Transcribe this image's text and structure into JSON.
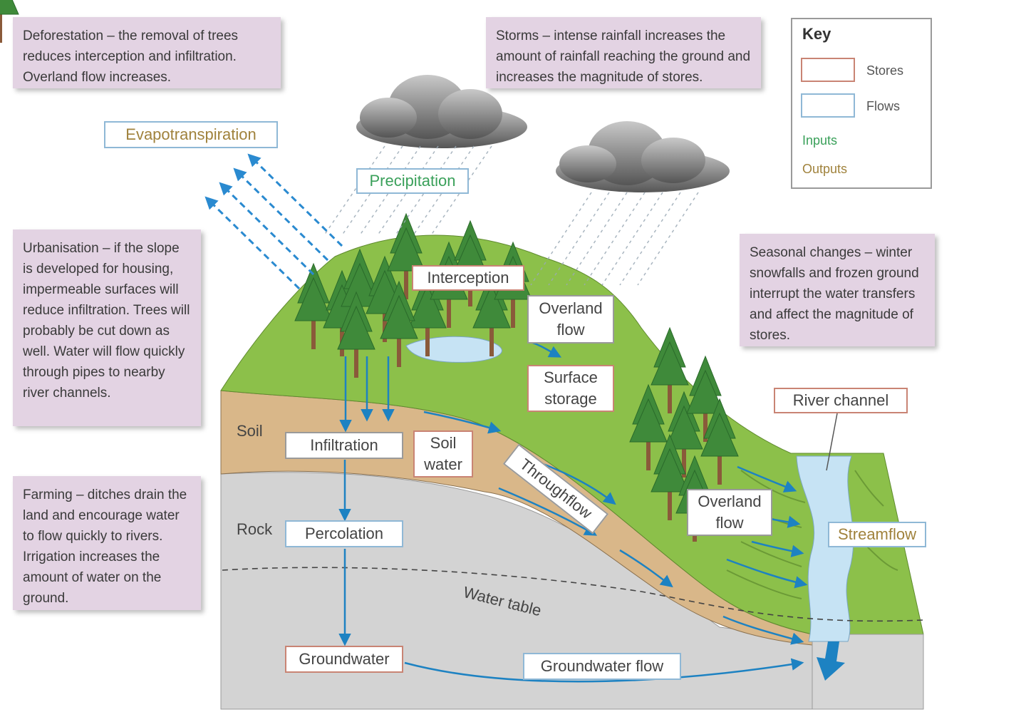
{
  "notes": {
    "deforestation": "Deforestation – the removal of trees reduces interception and infiltration. Overland flow increases.",
    "storms": "Storms – intense rainfall increases the amount of rainfall reaching the ground and increases the magnitude of stores.",
    "urbanisation": "Urbanisation – if the slope is developed for housing, impermeable surfaces will reduce infiltration. Trees will probably be cut down as well. Water will flow quickly through pipes to nearby river channels.",
    "seasonal": "Seasonal changes – winter snowfalls and frozen ground interrupt the water transfers and affect the magnitude of stores.",
    "farming": "Farming – ditches drain the land and encourage water to flow quickly to rivers. Irrigation increases the amount of water on the ground."
  },
  "key": {
    "title": "Key",
    "stores": "Stores",
    "flows": "Flows",
    "inputs": "Inputs",
    "outputs": "Outputs"
  },
  "labels": {
    "evapotranspiration": "Evapotranspiration",
    "precipitation": "Precipitation",
    "interception": "Interception",
    "overland_flow_top": "Overland flow",
    "surface_storage": "Surface storage",
    "river_channel": "River channel",
    "soil": "Soil",
    "rock": "Rock",
    "infiltration": "Infiltration",
    "soil_water": "Soil water",
    "throughflow": "Throughflow",
    "overland_flow_bottom": "Overland flow",
    "streamflow": "Streamflow",
    "percolation": "Percolation",
    "water_table": "Water table",
    "groundwater": "Groundwater",
    "groundwater_flow": "Groundwater flow"
  },
  "colors": {
    "store_border": "#c98474",
    "flow_border": "#8fb8d6",
    "input_text": "#3aa05a",
    "output_text": "#a0823c",
    "note_bg": "#e3d3e3",
    "grass": "#8cc04a",
    "soil": "#d9b789",
    "rock": "#d2d2d2",
    "water": "#c6e3f4",
    "arrow": "#1d82c2"
  }
}
